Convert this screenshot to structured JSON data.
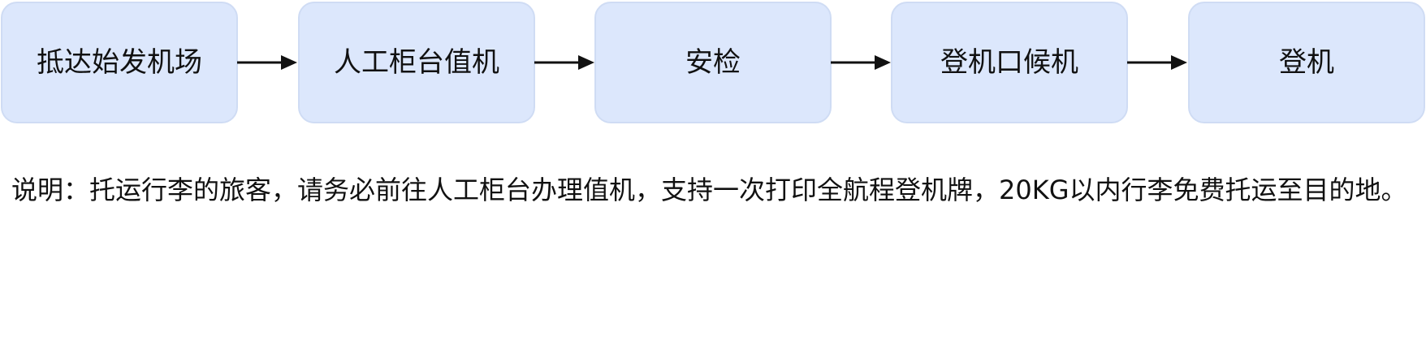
{
  "flow": {
    "steps": [
      {
        "label": "抵达始发机场"
      },
      {
        "label": "人工柜台值机"
      },
      {
        "label": "安检"
      },
      {
        "label": "登机口候机"
      },
      {
        "label": "登机"
      }
    ]
  },
  "note": {
    "text": "说明：托运行李的旅客，请务必前往人工柜台办理值机，支持一次打印全航程登机牌，20KG以内行李免费托运至目的地。"
  },
  "colors": {
    "node_fill": "#dce7fc",
    "node_border": "#cfdcf4",
    "arrow": "#111111",
    "text": "#111111"
  }
}
